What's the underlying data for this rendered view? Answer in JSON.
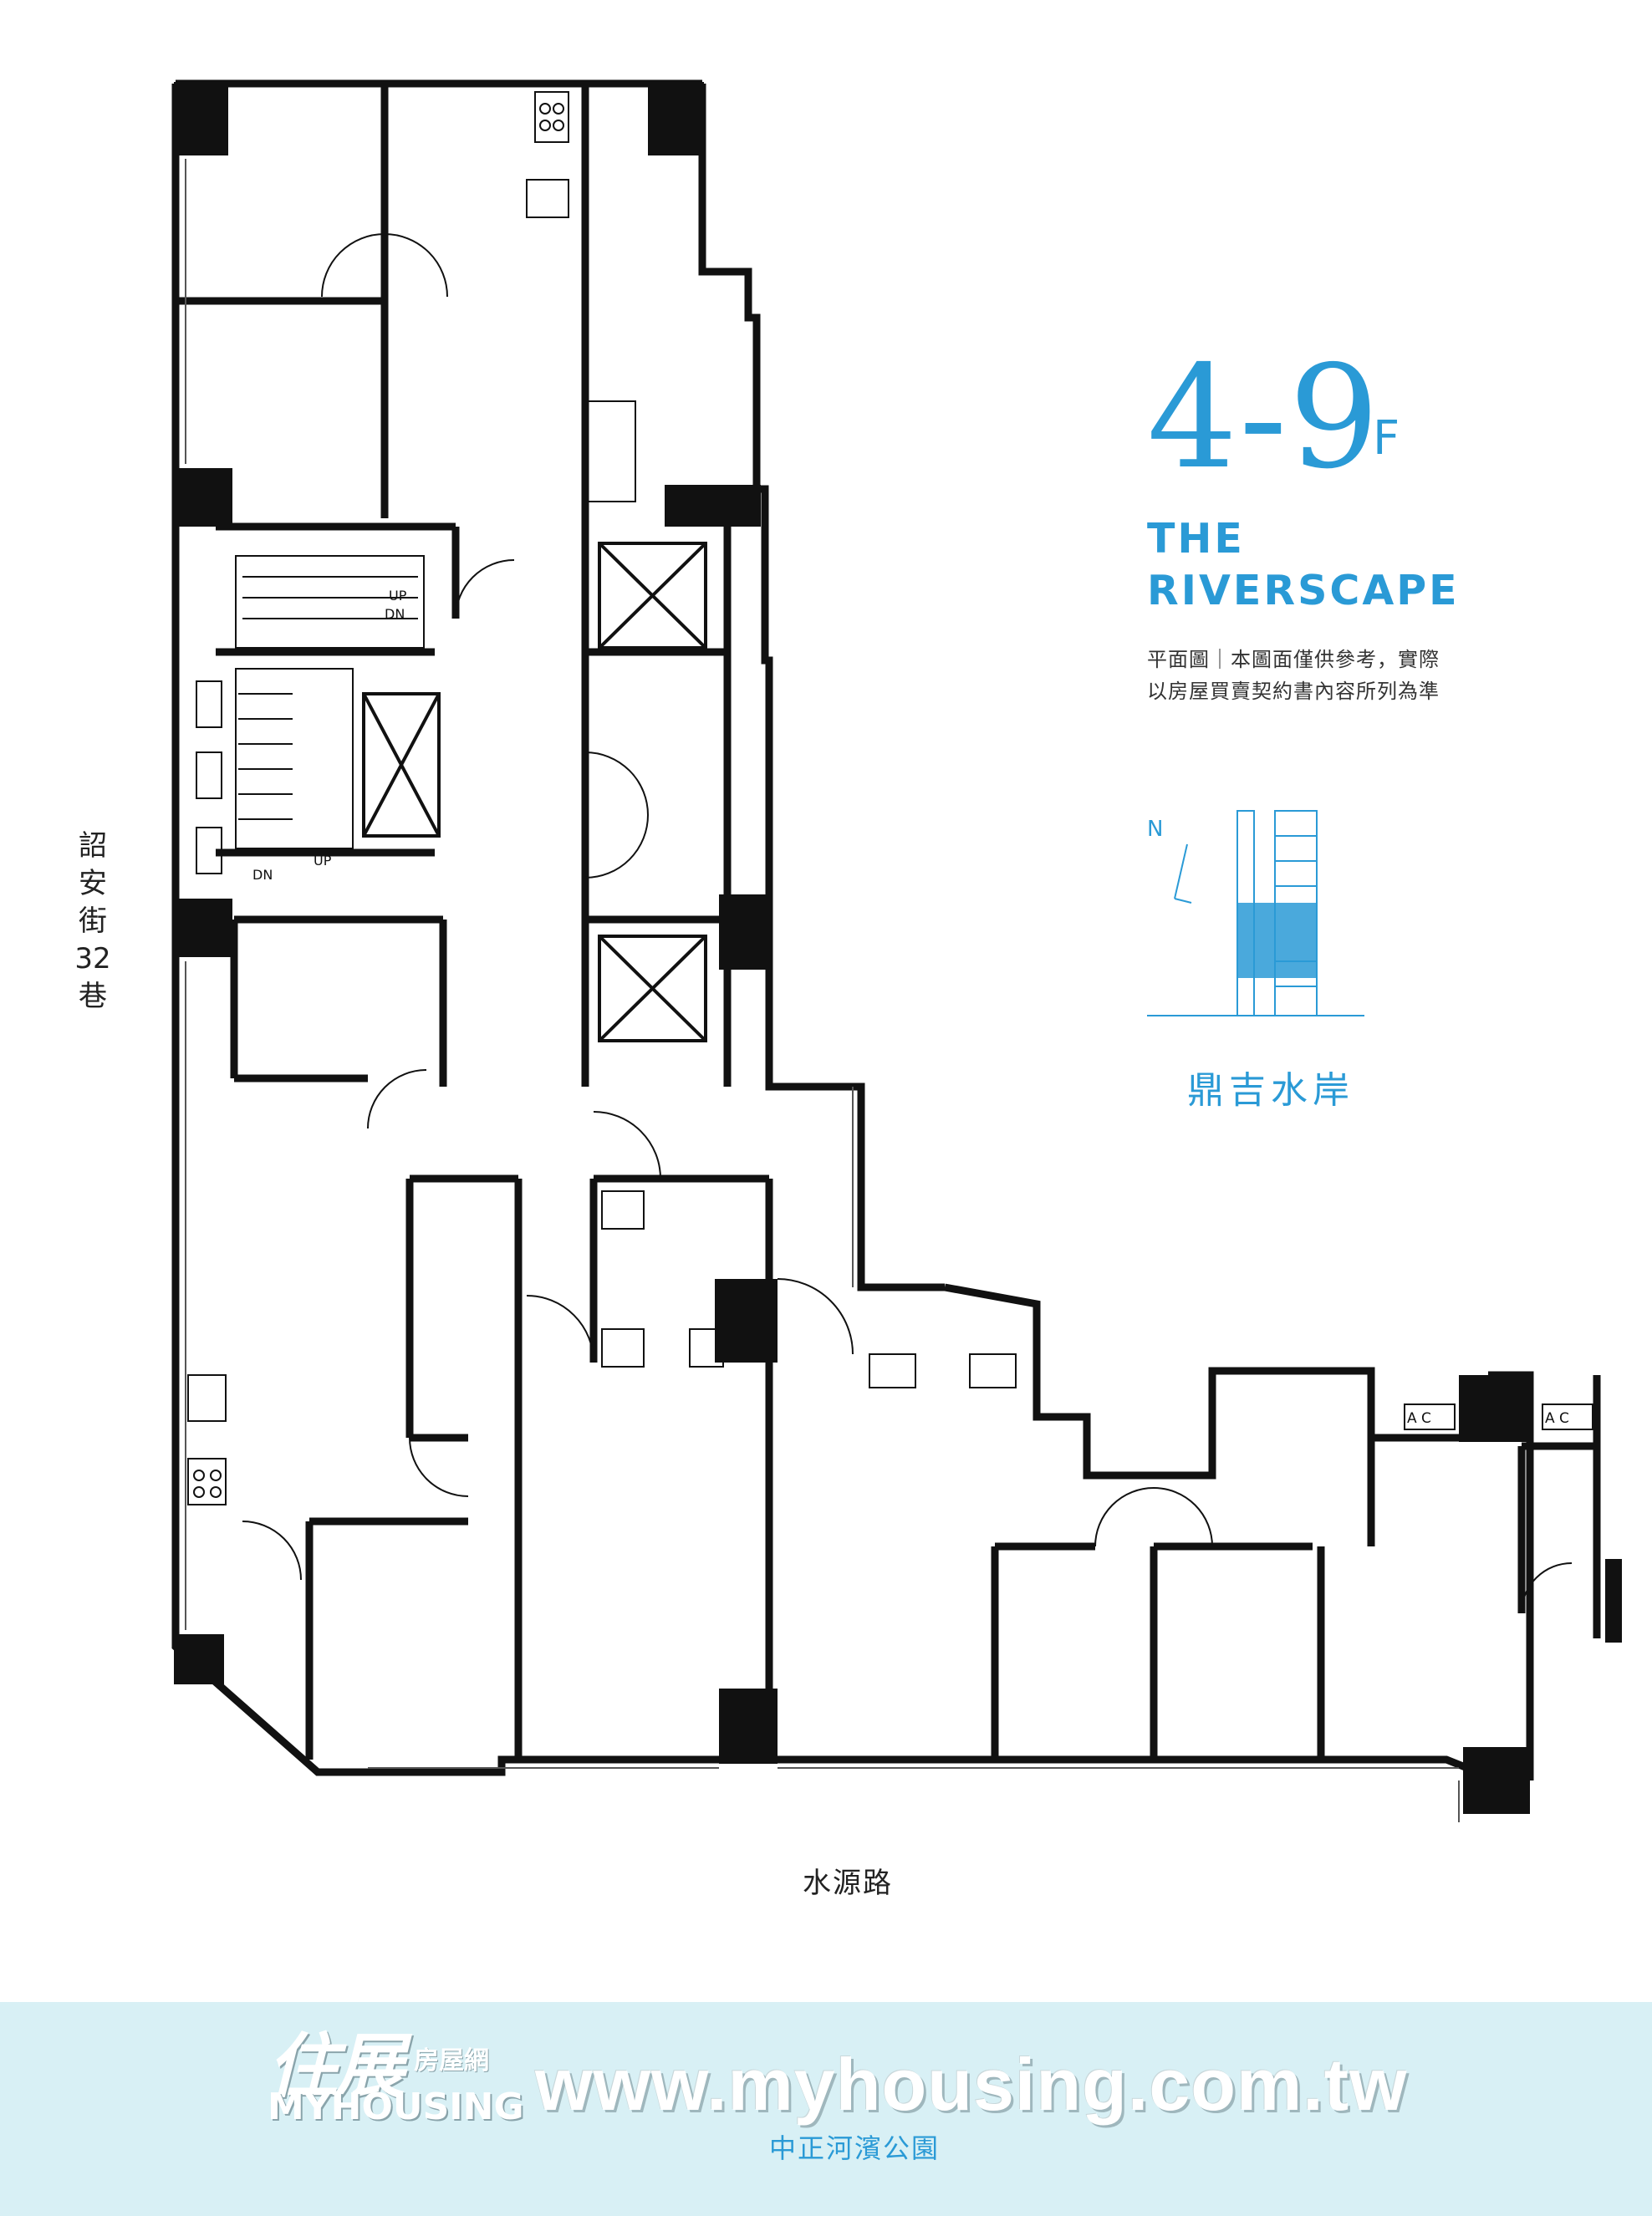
{
  "floor": {
    "number": "4-9",
    "suffix": "F"
  },
  "project": {
    "line1": "THE",
    "line2": "RIVERSCAPE"
  },
  "disclaimer": {
    "line1": "平面圖｜本圖面僅供參考，實際",
    "line2": "以房屋買賣契約書內容所列為準"
  },
  "compass": {
    "north_label": "N"
  },
  "site_name": "鼎吉水岸",
  "streets": {
    "left": "詔安街32巷",
    "bottom": "水源路",
    "park": "中正河濱公園"
  },
  "stairs": {
    "upper": {
      "up": "UP",
      "down": "DN"
    },
    "lower": {
      "up": "UP",
      "down": "DN"
    }
  },
  "ac_label": "A C",
  "watermark": {
    "logo_cn": "住展",
    "logo_sub": "房屋網",
    "logo_en": "MYHOUSING",
    "url": "www.myhousing.com.tw"
  },
  "colors": {
    "accent": "#2a9ad6",
    "wall": "#111111",
    "band": "#d8f0f5"
  }
}
